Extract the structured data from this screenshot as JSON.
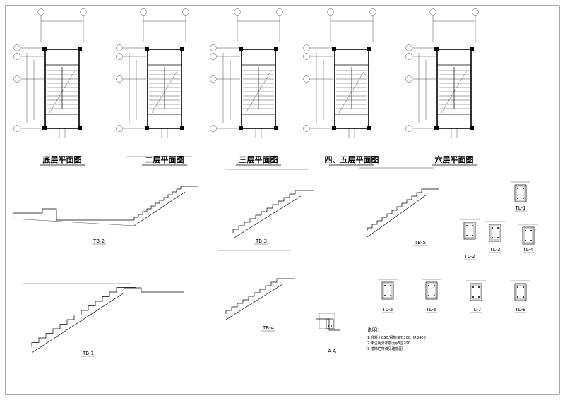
{
  "plans": [
    {
      "id": "p1",
      "title": "底层平面图"
    },
    {
      "id": "p2",
      "title": "二层平面图"
    },
    {
      "id": "p3",
      "title": "三层平面图"
    },
    {
      "id": "p4",
      "title": "四、五层平面图"
    },
    {
      "id": "p5",
      "title": "六层平面图"
    }
  ],
  "stairs": [
    {
      "id": "tb2",
      "label": "TB-2"
    },
    {
      "id": "tb3",
      "label": "TB-3"
    },
    {
      "id": "tb5",
      "label": "TB-5"
    },
    {
      "id": "tb1",
      "label": "TB-1"
    },
    {
      "id": "tb4",
      "label": "TB-4"
    }
  ],
  "beams": [
    {
      "id": "tl1",
      "label": "TL-1"
    },
    {
      "id": "tl2",
      "label": "TL-2"
    },
    {
      "id": "tl3",
      "label": "TL-3"
    },
    {
      "id": "tl4",
      "label": "TL-4"
    },
    {
      "id": "tl5",
      "label": "TL-5"
    },
    {
      "id": "tl6",
      "label": "TL-6"
    },
    {
      "id": "tl7",
      "label": "TL-7"
    },
    {
      "id": "tl8",
      "label": "TL-8"
    }
  ],
  "section": {
    "label": "A-A"
  },
  "notes": {
    "heading": "说明：",
    "lines": [
      "1.混凝土C30,钢筋HPB300,HRB400",
      "2.未注明分布筋为φ8@200",
      "3.楼梯栏杆详见建施图"
    ]
  }
}
